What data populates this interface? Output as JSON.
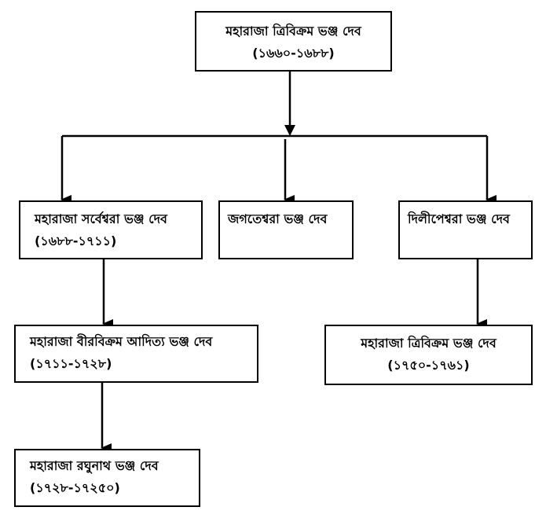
{
  "diagram": {
    "type": "family-tree",
    "nodes": {
      "root": {
        "name": "মহারাজা ত্রিবিক্রম ভঞ্জ দেব",
        "years": "(১৬৬০-১৬৮৮)"
      },
      "sarv": {
        "name": "মহারাজা সর্বেশ্বরা ভঞ্জ দেব",
        "years": "(১৬৮৮-১৭১১)"
      },
      "jagat": {
        "name": "জগতেশ্বরা ভঞ্জ দেব",
        "years": ""
      },
      "dilip": {
        "name": "দিলীপেশ্বরা ভঞ্জ দেব",
        "years": ""
      },
      "bir": {
        "name": "মহারাজা বীরবিক্রম আদিত্য ভঞ্জ দেব",
        "years": "(১৭১১-১৭২৮)"
      },
      "trib2": {
        "name": "মহারাজা ত্রিবিক্রম ভঞ্জ দেব",
        "years": "(১৭৫০-১৭৬১)"
      },
      "ragh": {
        "name": "মহারাজা রঘুনাথ ভঞ্জ দেব",
        "years": "(১৭২৮-১৭২৫০)"
      }
    },
    "edges": [
      {
        "from": "root",
        "to": "sarv"
      },
      {
        "from": "root",
        "to": "jagat"
      },
      {
        "from": "root",
        "to": "dilip"
      },
      {
        "from": "sarv",
        "to": "bir"
      },
      {
        "from": "bir",
        "to": "ragh"
      },
      {
        "from": "dilip",
        "to": "trib2"
      }
    ]
  }
}
